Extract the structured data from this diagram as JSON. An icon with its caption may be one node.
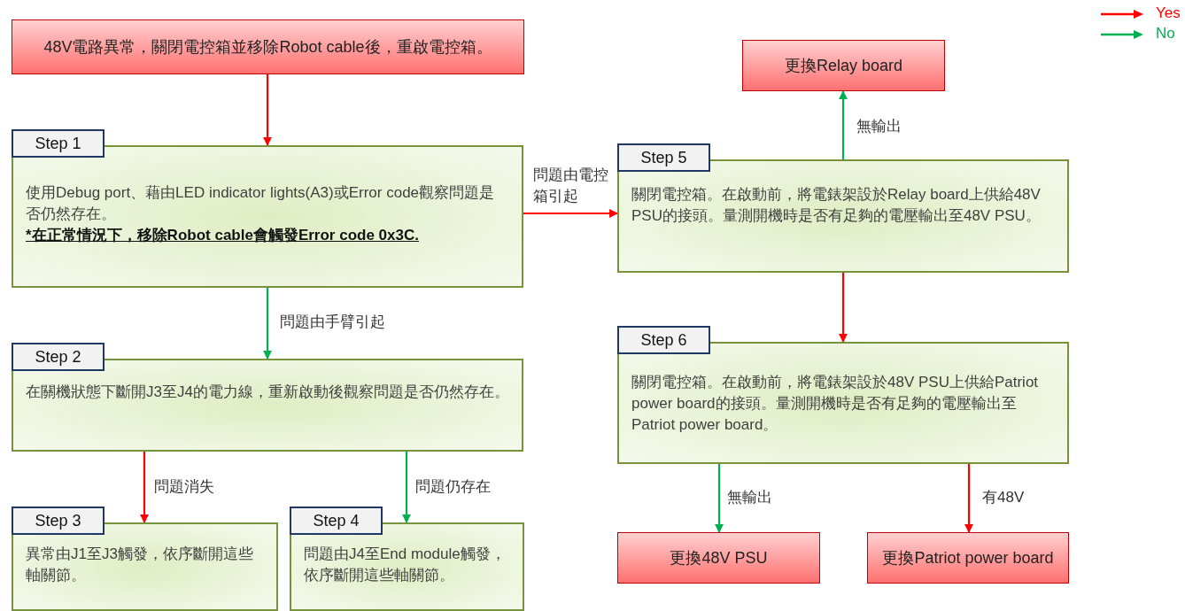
{
  "diagram": {
    "nodes": [
      {
        "text": [
          "48V電路異常，關閉電控箱並移除Robot cable後，重啟電控箱。"
        ]
      },
      {
        "text": [
          "Step 1",
          "使用Debug port、藉由LED indicator lights(A3)或Error code觀察問題是否仍然存在。",
          "*在正常情況下，移除Robot cable會觸發Error code 0x3C."
        ]
      },
      {
        "text": [
          "Step 2",
          "在關機狀態下斷開J3至J4的電力線，重新啟動後觀察問題是否仍然存在。"
        ]
      },
      {
        "text": [
          "Step 3",
          "異常由J1至J3觸發，依序斷開這些軸關節。"
        ]
      },
      {
        "text": [
          "Step 4",
          "問題由J4至End module觸發，依序斷開這些軸關節。"
        ]
      },
      {
        "text": [
          "Step 5",
          "關閉電控箱。在啟動前，將電錶架設於Relay board上供給48V PSU的接頭。量測開機時是否有足夠的電壓輸出至48V PSU。"
        ]
      },
      {
        "text": [
          "更換Relay board"
        ]
      },
      {
        "text": [
          "Step 6",
          "關閉電控箱。在啟動前，將電錶架設於48V PSU上供給Patriot power board的接頭。量測開機時是否有足夠的電壓輸出至Patriot power board。"
        ]
      },
      {
        "text": [
          "更換48V PSU"
        ]
      },
      {
        "text": [
          "更換Patriot power board"
        ]
      }
    ],
    "edges": [
      {
        "from": 0,
        "to": 1,
        "arrow": "to"
      },
      {
        "from": 1,
        "to": 2,
        "arrow": "to",
        "label": "問題由手臂引起",
        "color": "#00b050"
      },
      {
        "from": 1,
        "to": 5,
        "arrow": "to",
        "label": "問題由電控箱引起"
      },
      {
        "from": 2,
        "to": 3,
        "arrow": "to",
        "label": "問題消失"
      },
      {
        "from": 2,
        "to": 4,
        "arrow": "to",
        "label": "問題仍存在",
        "color": "#00b050"
      },
      {
        "from": 5,
        "to": 6,
        "arrow": "to",
        "label": "無輸出",
        "color": "#00b050"
      },
      {
        "from": 5,
        "to": 7,
        "arrow": "to"
      },
      {
        "from": 7,
        "to": 8,
        "arrow": "to",
        "label": "無輸出",
        "color": "#00b050"
      },
      {
        "from": 7,
        "to": 9,
        "arrow": "to",
        "label": "有48V"
      }
    ],
    "legend": [
      {
        "text": "Yes",
        "color": "#ff0000"
      },
      {
        "text": "No",
        "color": "#00b050"
      }
    ]
  }
}
